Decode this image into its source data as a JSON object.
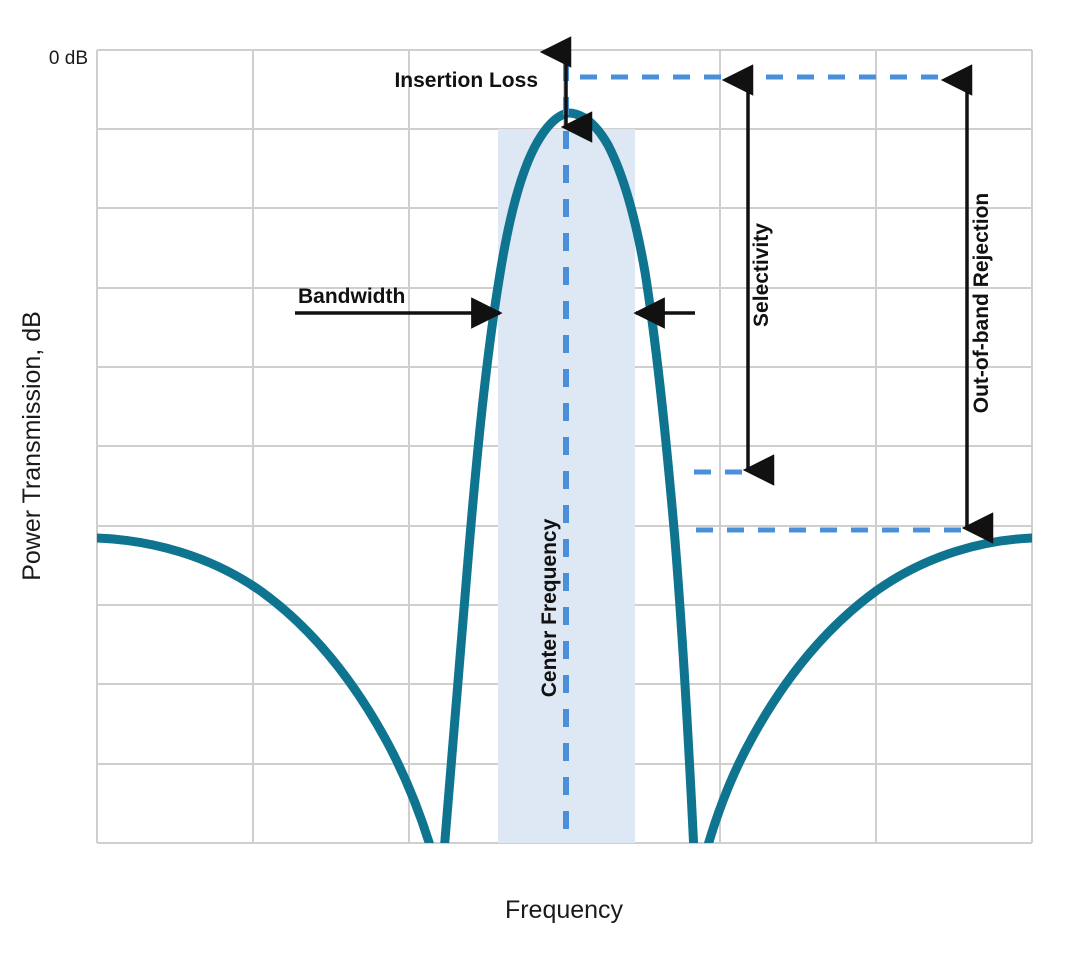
{
  "chart_data": {
    "type": "line",
    "title": "",
    "xlabel": "Frequency",
    "ylabel": "Power Transmission, dB",
    "y_tick_labels": [
      "0 dB"
    ],
    "x_tick_labels": [],
    "grid": true,
    "grid_columns": 6,
    "grid_rows": 10,
    "legend": "none",
    "series": [
      {
        "name": "Filter power transmission response",
        "color": "#0e7490",
        "description": "Band-pass filter transfer function with passband peak near 0 dB at the center frequency and two transmission zeros (nulls) on either side of the passband."
      }
    ],
    "annotations": [
      {
        "name": "insertion-loss",
        "label": "Insertion Loss",
        "kind": "double-arrow-vertical",
        "description": "Vertical span from the 0 dB reference down to the passband peak level."
      },
      {
        "name": "bandwidth",
        "label": "Bandwidth",
        "kind": "inward-arrows-horizontal",
        "description": "Horizontal extent of the shaded passband region."
      },
      {
        "name": "center-frequency",
        "label": "Center Frequency",
        "kind": "dashed-vertical-line",
        "description": "Dashed vertical line at the midpoint of the passband."
      },
      {
        "name": "selectivity",
        "label": "Selectivity",
        "kind": "double-arrow-vertical",
        "description": "Vertical span from the passband peak level down to the skirt level just outside the passband."
      },
      {
        "name": "out-of-band-rejection",
        "label": "Out-of-band Rejection",
        "kind": "double-arrow-vertical",
        "description": "Vertical span from the passband peak level down to the far out-of-band floor level."
      }
    ],
    "colors": {
      "curve": "#0e7490",
      "passband_fill": "#dde8f4",
      "reference_dashed": "#4a90d9",
      "grid": "#cfcfcf",
      "arrow": "#111111",
      "background": "#ffffff"
    }
  },
  "axes": {
    "y_label": "Power Transmission, dB",
    "x_label": "Frequency",
    "zero_db_tick": "0 dB"
  },
  "annotations": {
    "insertion_loss": "Insertion Loss",
    "bandwidth": "Bandwidth",
    "center_frequency": "Center Frequency",
    "selectivity": "Selectivity",
    "out_of_band_rejection": "Out-of-band Rejection"
  }
}
